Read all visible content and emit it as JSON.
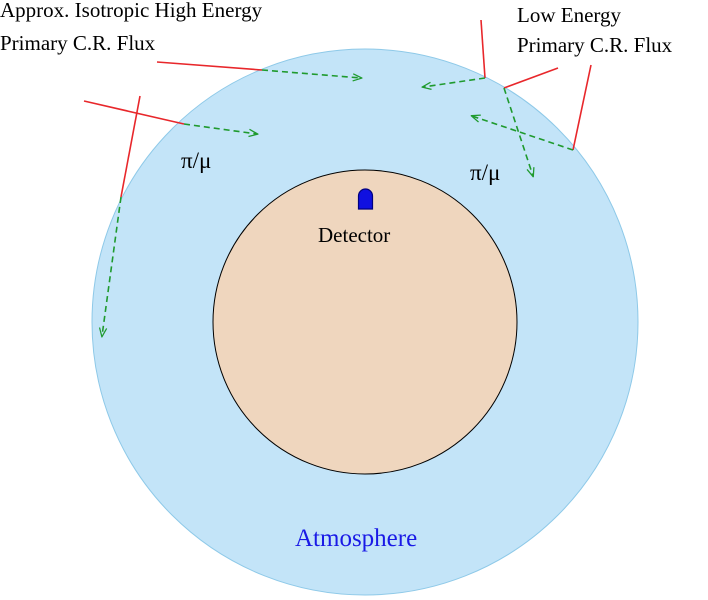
{
  "labels": {
    "high_energy_line1": "Approx. Isotropic High Energy",
    "high_energy_line2": "Primary C.R. Flux",
    "low_energy_line1": "Low Energy",
    "low_energy_line2": "Primary C.R. Flux",
    "pi_mu_left": "π/μ",
    "pi_mu_right": "π/μ",
    "detector": "Detector",
    "atmosphere": "Atmosphere"
  },
  "colors": {
    "atmosphere_fill": "#c3e4f8",
    "atmosphere_stroke": "#8ec9e8",
    "earth_fill": "#efd6be",
    "earth_stroke": "#000000",
    "primary_ray": "#e8272b",
    "secondary_track": "#1f9a2e",
    "detector_fill": "#1010e0",
    "detector_stroke": "#000080",
    "atmosphere_text": "#1a1ae6"
  }
}
